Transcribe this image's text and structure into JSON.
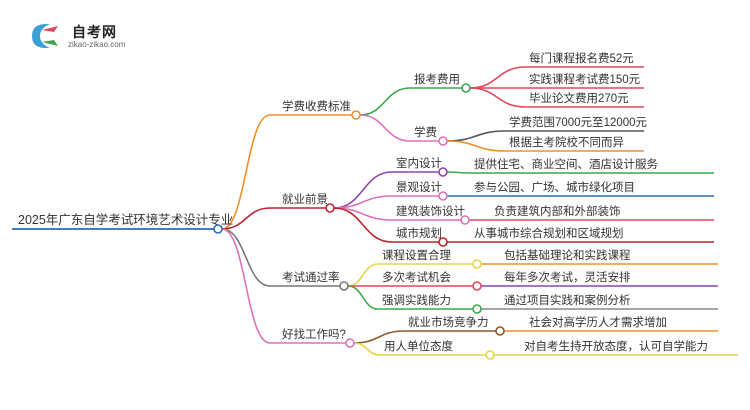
{
  "logo": {
    "title": "自考网",
    "subtitle": "zikao-zikao.com"
  },
  "root": {
    "label": "2025年广东自学考试环境艺术设计专业",
    "color": "#2b6cb0"
  },
  "branches": [
    {
      "label": "学费收费标准",
      "color": "#f0902a",
      "children": [
        {
          "label": "报考费用",
          "color": "#3aa84a",
          "children": [
            {
              "label": "每门课程报名费52元",
              "color": "#e2465a"
            },
            {
              "label": "实践课程考试费150元",
              "color": "#e2465a"
            },
            {
              "label": "毕业论文费用270元",
              "color": "#e2465a"
            }
          ]
        },
        {
          "label": "学费",
          "color": "#e070b8",
          "children": [
            {
              "label": "学费范围7000元至12000元",
              "color": "#555555"
            },
            {
              "label": "根据主考院校不同而异",
              "color": "#f0902a"
            }
          ]
        }
      ]
    },
    {
      "label": "就业前景",
      "color": "#c0212e",
      "children": [
        {
          "label": "室内设计",
          "color": "#8e44ad",
          "children": [
            {
              "label": "提供住宅、商业空间、酒店设计服务",
              "color": "#3aa84a"
            }
          ]
        },
        {
          "label": "景观设计",
          "color": "#e070b8",
          "children": [
            {
              "label": "参与公园、广场、城市绿化项目",
              "color": "#2b6cb0"
            }
          ]
        },
        {
          "label": "建筑装饰设计",
          "color": "#e070b8",
          "children": [
            {
              "label": "负责建筑内部和外部装饰",
              "color": "#e2465a"
            }
          ]
        },
        {
          "label": "城市规划",
          "color": "#c0212e",
          "children": [
            {
              "label": "从事城市综合规划和区域规划",
              "color": "#c0212e"
            }
          ]
        }
      ]
    },
    {
      "label": "考试通过率",
      "color": "#777777",
      "children": [
        {
          "label": "课程设置合理",
          "color": "#e8d44a",
          "children": [
            {
              "label": "包括基础理论和实践课程",
              "color": "#f0902a"
            }
          ]
        },
        {
          "label": "多次考试机会",
          "color": "#e2465a",
          "children": [
            {
              "label": "每年多次考试，灵活安排",
              "color": "#8e44ad"
            }
          ]
        },
        {
          "label": "强调实践能力",
          "color": "#3aa84a",
          "children": [
            {
              "label": "通过项目实践和案例分析",
              "color": "#8a8a8a"
            }
          ]
        }
      ]
    },
    {
      "label": "好找工作吗?",
      "color": "#e070b8",
      "children": [
        {
          "label": "就业市场竞争力",
          "color": "#8a5a2a",
          "children": [
            {
              "label": "社会对高学历人才需求增加",
              "color": "#f0902a"
            }
          ]
        },
        {
          "label": "用人单位态度",
          "color": "#e8d44a",
          "children": [
            {
              "label": "对自考生持开放态度，认可自学能力",
              "color": "#e8d44a"
            }
          ]
        }
      ]
    }
  ]
}
